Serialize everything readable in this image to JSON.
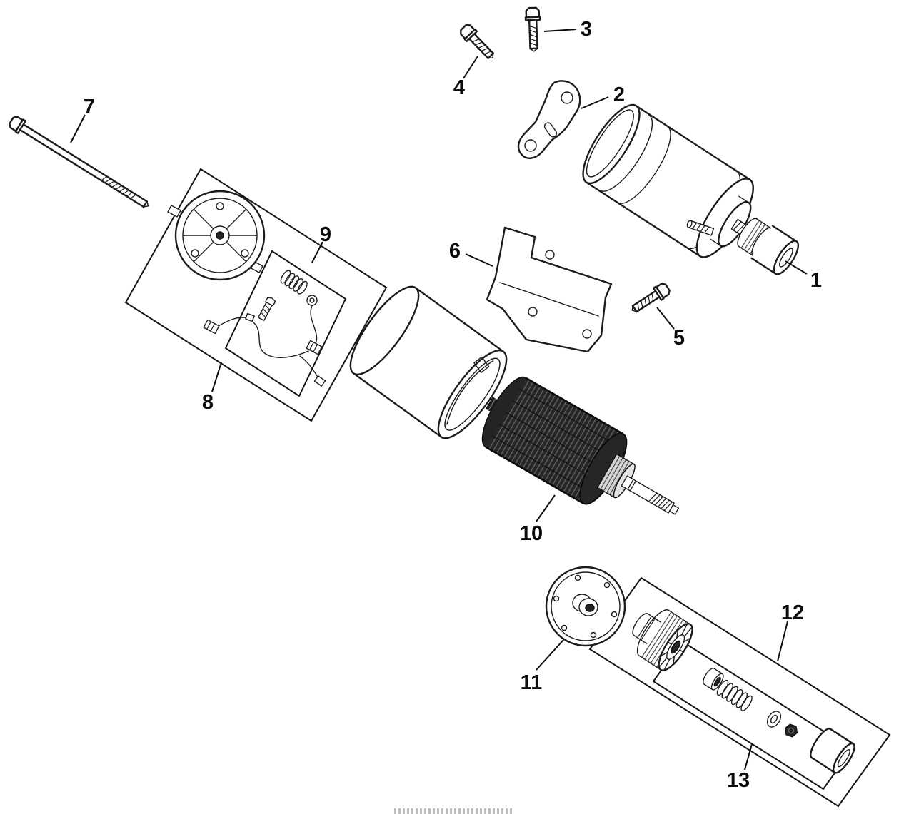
{
  "diagram": {
    "type": "exploded-parts-diagram",
    "subject": "electric-starter-assembly",
    "background_color": "#ffffff",
    "line_color": "#1c1c1c",
    "callouts": [
      {
        "number": "1",
        "part": "starter-motor"
      },
      {
        "number": "2",
        "part": "upper-bracket"
      },
      {
        "number": "3",
        "part": "hex-flange-bolt"
      },
      {
        "number": "4",
        "part": "hex-flange-bolt"
      },
      {
        "number": "5",
        "part": "hex-flange-bolt"
      },
      {
        "number": "6",
        "part": "mounting-bracket"
      },
      {
        "number": "7",
        "part": "through-bolt"
      },
      {
        "number": "8",
        "part": "commutator-end-cap"
      },
      {
        "number": "9",
        "part": "brush-repair-kit"
      },
      {
        "number": "10",
        "part": "armature"
      },
      {
        "number": "11",
        "part": "drive-end-plate"
      },
      {
        "number": "12",
        "part": "starter-drive-kit"
      },
      {
        "number": "13",
        "part": "drive-spring-retainer-set"
      }
    ]
  }
}
